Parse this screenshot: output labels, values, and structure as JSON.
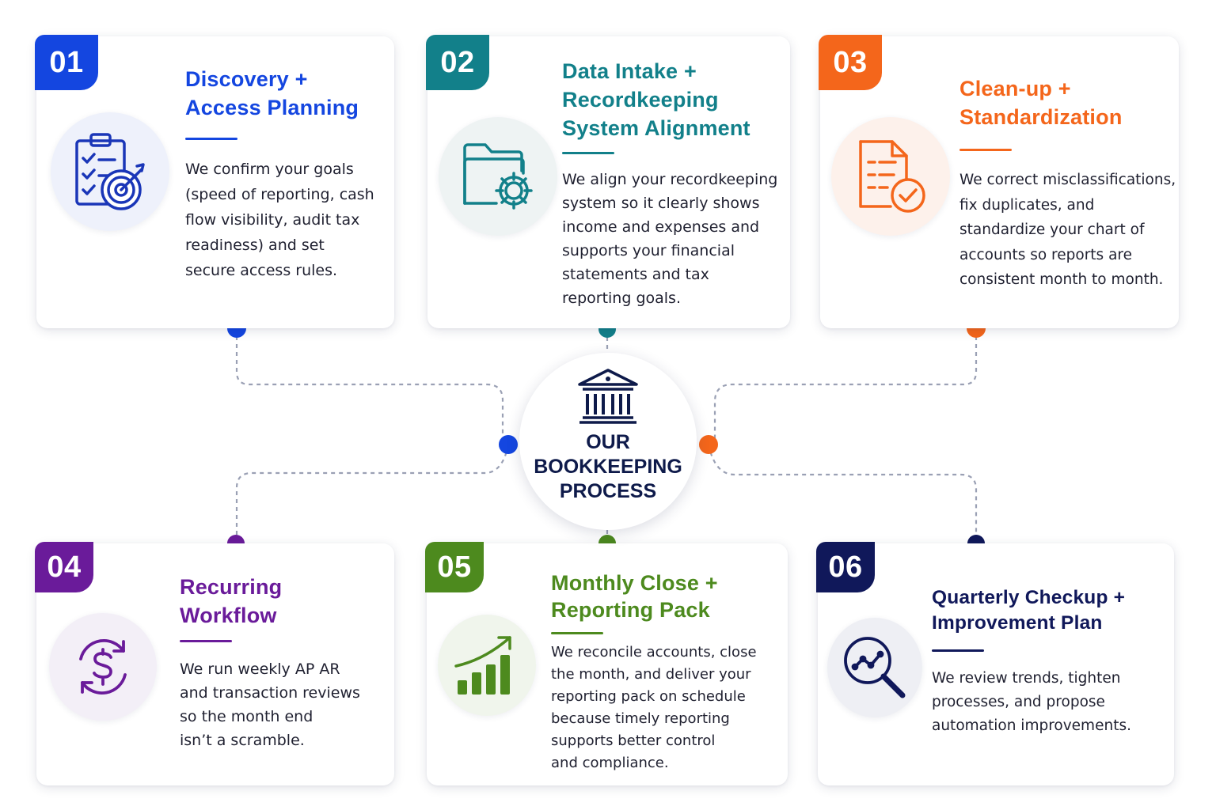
{
  "colors": {
    "step1": "#1446e0",
    "step2": "#12808a",
    "step3": "#f4661b",
    "step4": "#6a1b9a",
    "step5": "#4d8a1e",
    "step6": "#10185a",
    "connector": "#9aa0b4",
    "hub_text": "#0e1a4a"
  },
  "hub": {
    "icon": "bank-building-icon",
    "label": "OUR\nBOOKKEEPING\nPROCESS"
  },
  "steps": [
    {
      "number": "01",
      "title": "Discovery +\nAccess Planning",
      "description": "We confirm your goals\n(speed of reporting, cash\nflow visibility, audit tax\nreadiness) and set\nsecure access rules.",
      "icon": "clipboard-target-icon"
    },
    {
      "number": "02",
      "title": "Data Intake +\nRecordkeeping\nSystem Alignment",
      "description": "We align your recordkeeping\nsystem so it clearly shows\nincome and expenses and\nsupports your financial\nstatements and tax\nreporting goals.",
      "icon": "folder-gear-icon"
    },
    {
      "number": "03",
      "title": "Clean-up +\nStandardization",
      "description": "We correct misclassifications,\nfix duplicates, and\nstandardize your chart of\naccounts so reports are\nconsistent month to month.",
      "icon": "document-check-icon"
    },
    {
      "number": "04",
      "title": "Recurring\nWorkflow",
      "description": "We run weekly AP AR\nand transaction reviews\nso the month end\nisn’t a scramble.",
      "icon": "recurring-dollar-icon"
    },
    {
      "number": "05",
      "title": "Monthly Close +\nReporting Pack",
      "description": "We reconcile accounts, close\nthe month, and deliver your\nreporting pack on schedule\nbecause timely reporting\nsupports better control\nand compliance.",
      "icon": "growth-chart-icon"
    },
    {
      "number": "06",
      "title": "Quarterly Checkup +\nImprovement Plan",
      "description": "We review trends, tighten\nprocesses, and propose\nautomation improvements.",
      "icon": "magnifier-trend-icon"
    }
  ]
}
